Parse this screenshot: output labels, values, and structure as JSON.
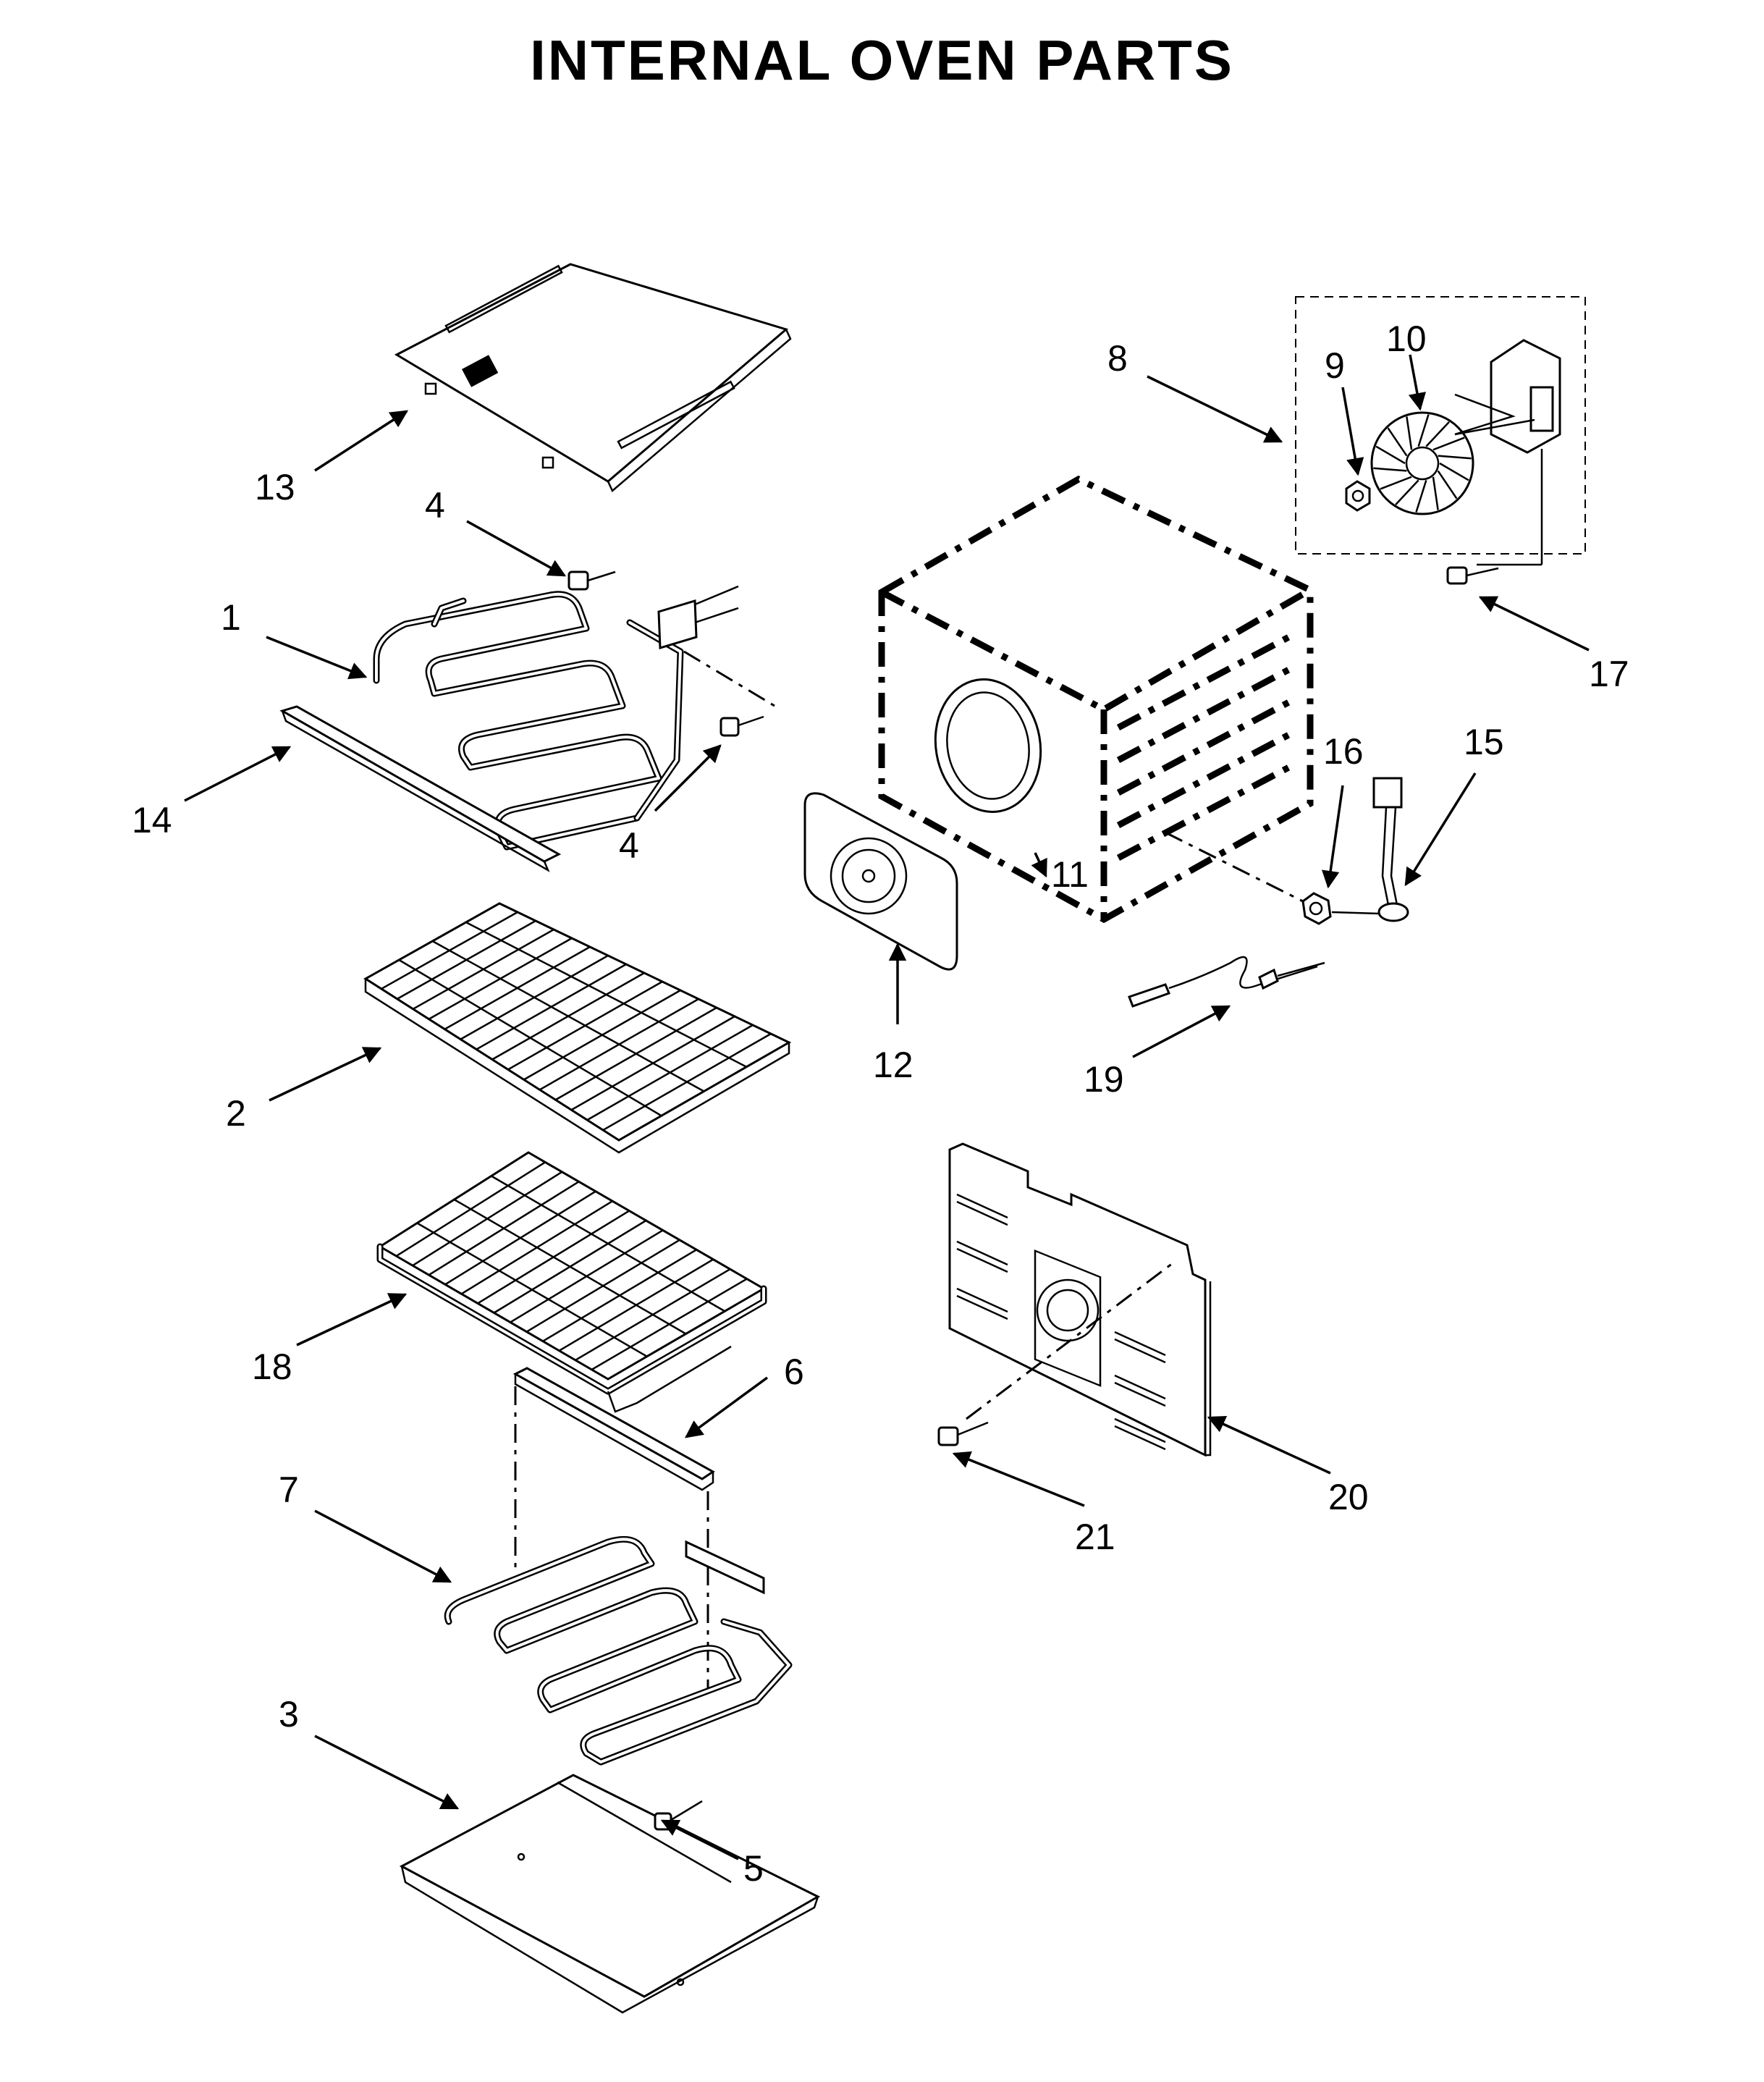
{
  "title": "INTERNAL OVEN PARTS",
  "part_labels": {
    "p1": "1",
    "p2": "2",
    "p3": "3",
    "p4a": "4",
    "p4b": "4",
    "p5": "5",
    "p6": "6",
    "p7": "7",
    "p8": "8",
    "p9": "9",
    "p10": "10",
    "p11": "11",
    "p12": "12",
    "p13": "13",
    "p14": "14",
    "p15": "15",
    "p16": "16",
    "p17": "17",
    "p18": "18",
    "p19": "19",
    "p20": "20",
    "p21": "21"
  }
}
